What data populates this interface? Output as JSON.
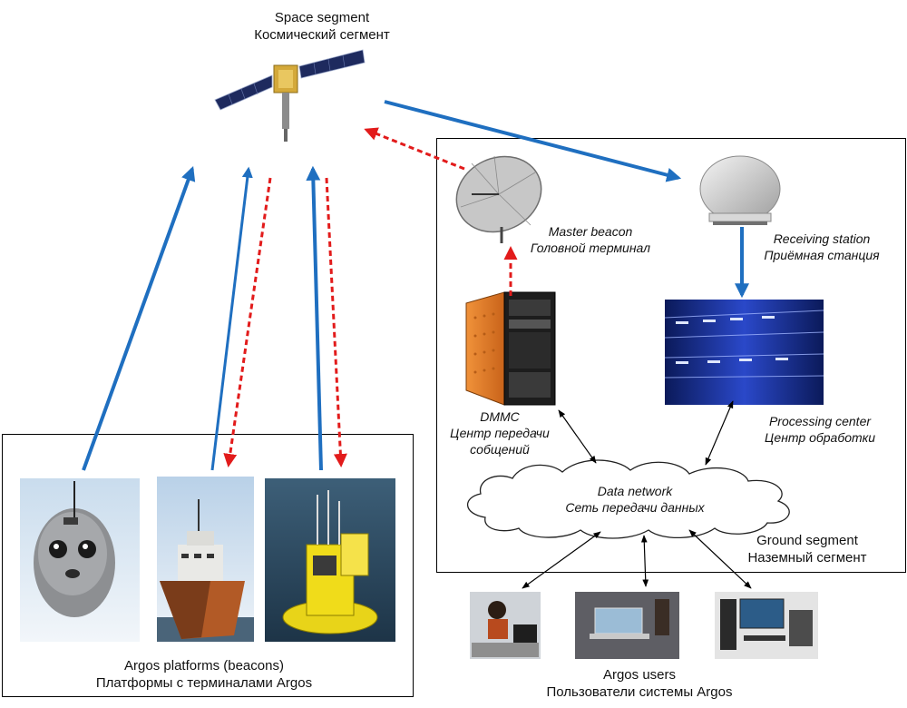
{
  "space_segment": {
    "title_en": "Space segment",
    "title_ru": "Космический сегмент"
  },
  "master_beacon": {
    "en": "Master beacon",
    "ru": "Головной терминал"
  },
  "receiving_station": {
    "en": "Receiving station",
    "ru": "Приёмная станция"
  },
  "dmmc": {
    "en": "DMMC",
    "ru_1": "Центр передачи",
    "ru_2": "собщений"
  },
  "processing_center": {
    "en": "Processing center",
    "ru": "Центр обработки"
  },
  "data_network": {
    "en": "Data network",
    "ru": "Сеть передачи данных"
  },
  "ground_segment": {
    "title_en": "Ground segment",
    "title_ru": "Наземный сегмент"
  },
  "platforms": {
    "title_en": "Argos platforms (beacons)",
    "title_ru": "Платформы с терминалами Argos"
  },
  "users": {
    "title_en": "Argos users",
    "title_ru": "Пользователи системы Argos"
  },
  "colors": {
    "uplink": "#1f6fc0",
    "downlink": "#e21b1b",
    "network": "#000000"
  }
}
